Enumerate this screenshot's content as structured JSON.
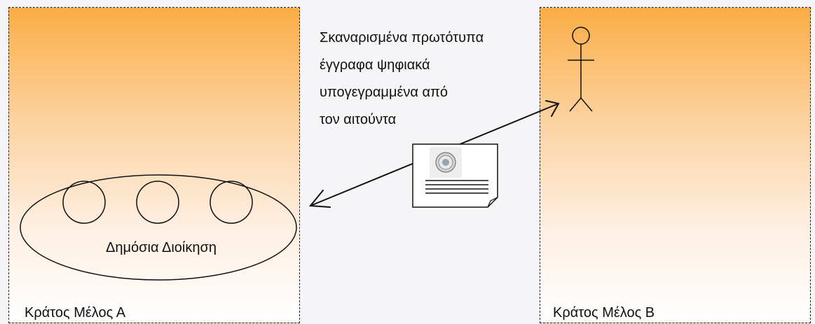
{
  "member_state_a": {
    "label": "Κράτος Μέλος Α"
  },
  "member_state_b": {
    "label": "Κράτος Μέλος Β"
  },
  "public_administration": {
    "label": "Δημόσια Διοίκηση"
  },
  "document_caption": {
    "lines": [
      "Σκαναρισμένα πρωτότυπα",
      "έγγραφα ψηφιακά",
      "υπογεγραμμένα από",
      "τον αιτούντα"
    ]
  },
  "colors": {
    "gradient_top": "#fbad45",
    "gradient_bottom": "#ffffff",
    "line": "#111111"
  }
}
